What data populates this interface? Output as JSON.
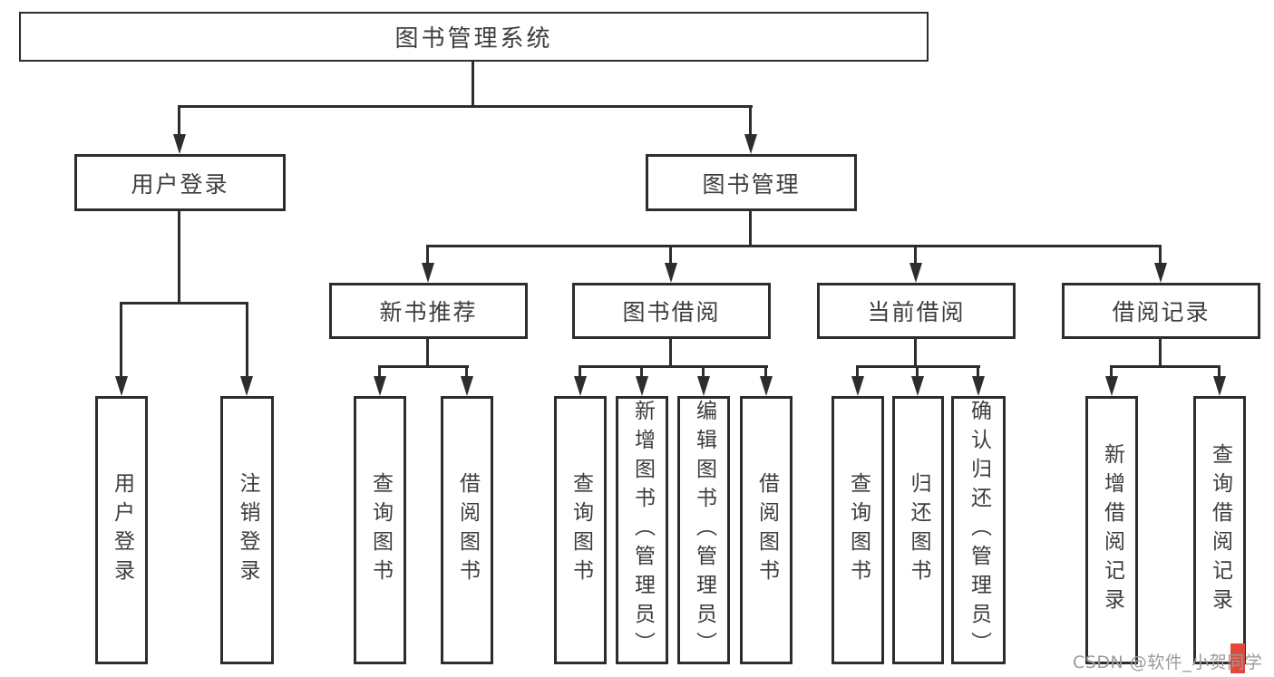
{
  "diagram": {
    "root": {
      "label": "图书管理系统"
    },
    "level2": [
      {
        "label": "用户登录"
      },
      {
        "label": "图书管理"
      }
    ],
    "level3": [
      {
        "label": "新书推荐"
      },
      {
        "label": "图书借阅"
      },
      {
        "label": "当前借阅"
      },
      {
        "label": "借阅记录"
      }
    ],
    "leaves": {
      "user_login": [
        "用户登录",
        "注销登录"
      ],
      "new_book": [
        "查询图书",
        "借阅图书"
      ],
      "book_borrow": [
        "查询图书",
        "新增图书（管理员）",
        "编辑图书（管理员）",
        "借阅图书"
      ],
      "current_borrow": [
        "查询图书",
        "归还图书",
        "确认归还（管理员）"
      ],
      "borrow_records": [
        "新增借阅记录",
        "查询借阅记录"
      ]
    },
    "colors": {
      "line": "#2d2d2d",
      "text": "#3d3d3d",
      "background": "#ffffff"
    }
  },
  "watermark": {
    "text": "CSDN @软件_小贺同学",
    "color": "#9b9b9b",
    "accent_color": "#e0483a"
  },
  "icons": {
    "arrowhead_down": "▼"
  }
}
